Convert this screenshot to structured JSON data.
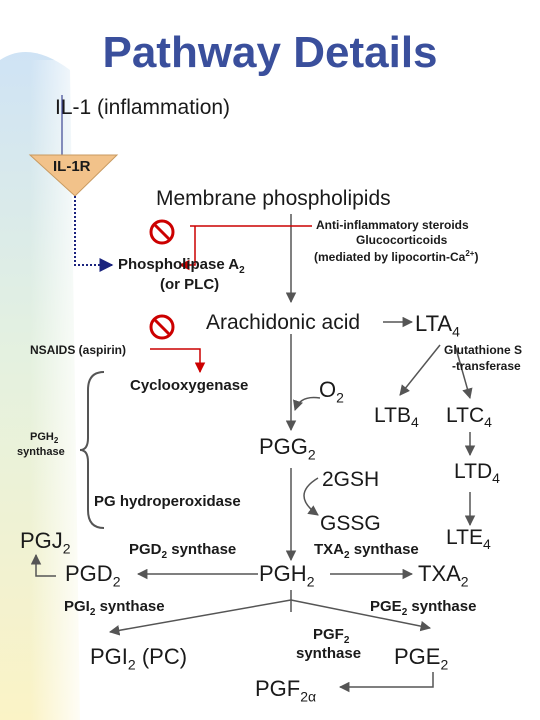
{
  "title": "Pathway Details",
  "il1": "IL-1 (inflammation)",
  "receptor": "IL-1R",
  "membrane": "Membrane phospholipids",
  "steroids": {
    "line1": "Anti-inflammatory steroids",
    "line2": "Glucocorticoids",
    "line3_prefix": "(mediated by lipocortin-Ca",
    "line3_sup": "2+",
    "line3_suffix": ")"
  },
  "phospholipase": {
    "name": "Phospholipase A",
    "sub": "2",
    "line2": "(or PLC)"
  },
  "arachidonic": "Arachidonic acid",
  "lta": {
    "name": "LTA",
    "sub": "4"
  },
  "nsaids": "NSAIDS (aspirin)",
  "glutathione": {
    "line1": "Glutathione S",
    "line2": "-transferase"
  },
  "cyclooxygenase": "Cyclooxygenase",
  "o2": {
    "name": "O",
    "sub": "2"
  },
  "ltb": {
    "name": "LTB",
    "sub": "4"
  },
  "ltc": {
    "name": "LTC",
    "sub": "4"
  },
  "pgh2_synthase": {
    "name": "PGH",
    "sub": "2",
    "line2": "synthase"
  },
  "pgg": {
    "name": "PGG",
    "sub": "2"
  },
  "gsh": "2GSH",
  "ltd": {
    "name": "LTD",
    "sub": "4"
  },
  "hydroperoxidase": "PG hydroperoxidase",
  "gssg": "GSSG",
  "lte": {
    "name": "LTE",
    "sub": "4"
  },
  "pgj": {
    "name": "PGJ",
    "sub": "2"
  },
  "pgd_synthase": {
    "name": "PGD",
    "sub": "2",
    "suffix": " synthase"
  },
  "txa_synthase": {
    "name": "TXA",
    "sub": "2",
    "suffix": " synthase"
  },
  "pgd": {
    "name": "PGD",
    "sub": "2"
  },
  "pgh": {
    "name": "PGH",
    "sub": "2"
  },
  "txa": {
    "name": "TXA",
    "sub": "2"
  },
  "pgi_synthase": {
    "name": "PGI",
    "sub": "2",
    "suffix": " synthase"
  },
  "pge_synthase": {
    "name": "PGE",
    "sub": "2",
    "suffix": " synthase"
  },
  "pgf_synthase": {
    "name": "PGF",
    "sub": "2",
    "line2": "synthase"
  },
  "pgi": {
    "name": "PGI",
    "sub": "2",
    "suffix": " (PC)"
  },
  "pge": {
    "name": "PGE",
    "sub": "2"
  },
  "pgf": {
    "name": "PGF",
    "sub": "2α"
  },
  "colors": {
    "title": "#3a4f9c",
    "arrow": "#555555",
    "inhibit": "#cc0000",
    "dotted": "#1a237e",
    "receptor": "#f2c28a"
  }
}
